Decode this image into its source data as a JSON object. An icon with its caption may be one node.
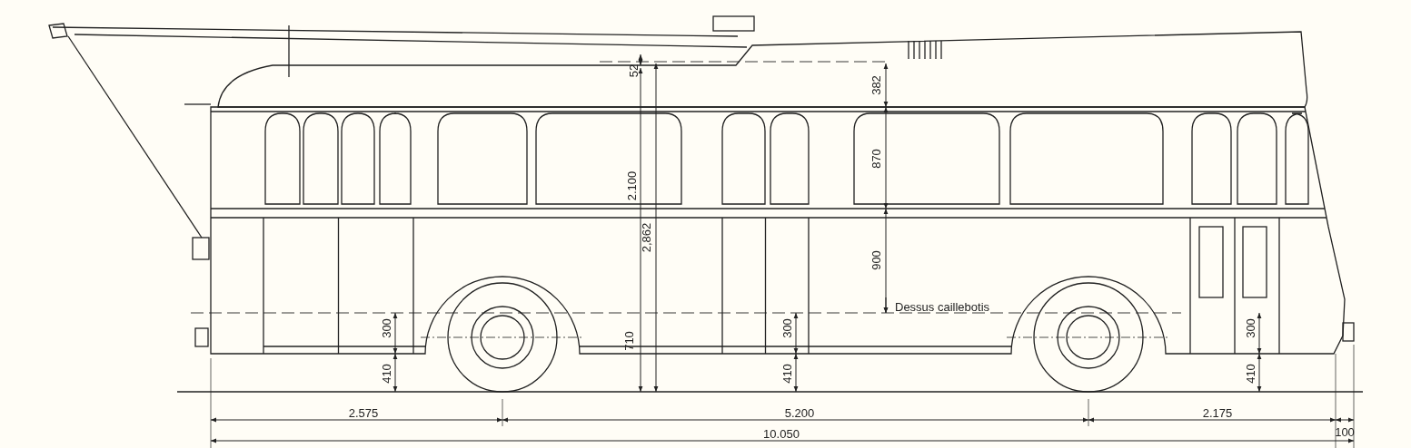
{
  "diagram": {
    "labels": [
      "52",
      "382",
      "870",
      "2.100",
      "2,862",
      "900",
      "Dessus caillebotis",
      "300",
      "300",
      "710",
      "300",
      "410",
      "410",
      "410",
      "2.575",
      "5.200",
      "2.175",
      "10.050",
      "100"
    ]
  }
}
